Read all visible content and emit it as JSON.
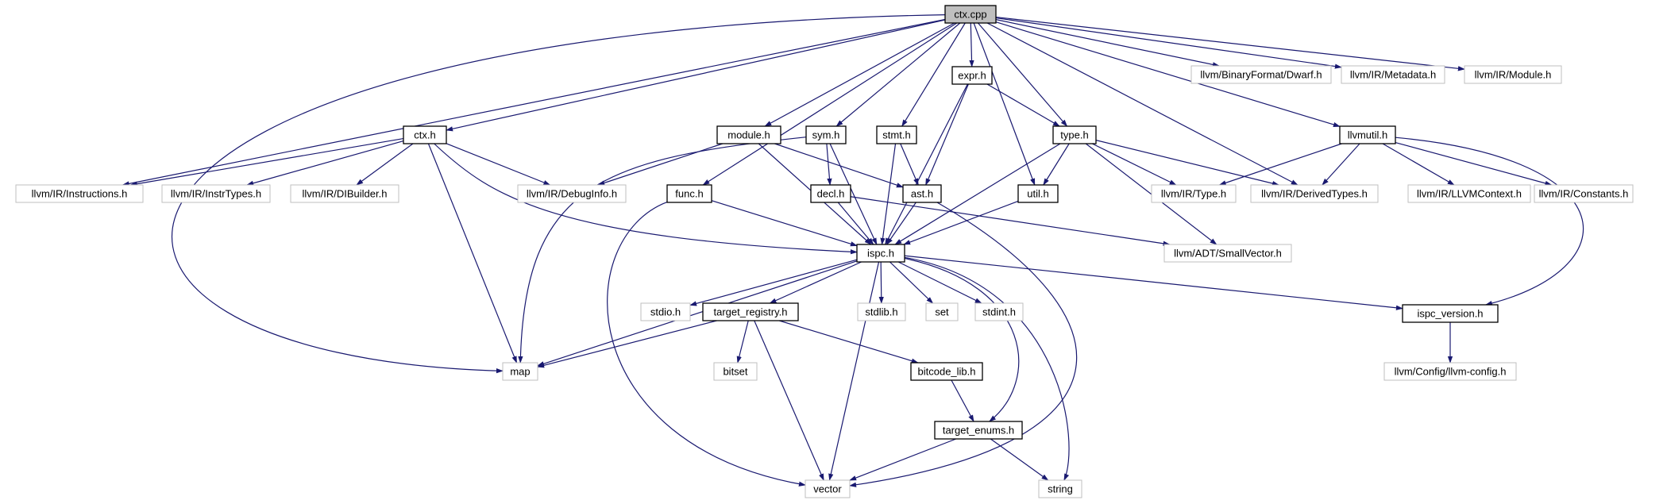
{
  "graph": {
    "colors": {
      "edge": "#191970",
      "root_fill": "#bfbfbf",
      "node_border": "#000000",
      "external_border": "#bfbfbf",
      "node_fill": "#ffffff"
    },
    "nodes": [
      {
        "id": "ctx_cpp",
        "label": "ctx.cpp",
        "kind": "root"
      },
      {
        "id": "ctx_h",
        "label": "ctx.h",
        "kind": "local"
      },
      {
        "id": "expr_h",
        "label": "expr.h",
        "kind": "local"
      },
      {
        "id": "module_h",
        "label": "module.h",
        "kind": "local"
      },
      {
        "id": "sym_h",
        "label": "sym.h",
        "kind": "local"
      },
      {
        "id": "stmt_h",
        "label": "stmt.h",
        "kind": "local"
      },
      {
        "id": "type_h",
        "label": "type.h",
        "kind": "local"
      },
      {
        "id": "llvmutil_h",
        "label": "llvmutil.h",
        "kind": "local"
      },
      {
        "id": "func_h",
        "label": "func.h",
        "kind": "local"
      },
      {
        "id": "decl_h",
        "label": "decl.h",
        "kind": "local"
      },
      {
        "id": "ast_h",
        "label": "ast.h",
        "kind": "local"
      },
      {
        "id": "util_h",
        "label": "util.h",
        "kind": "local"
      },
      {
        "id": "ispc_h",
        "label": "ispc.h",
        "kind": "local"
      },
      {
        "id": "target_registry_h",
        "label": "target_registry.h",
        "kind": "local"
      },
      {
        "id": "ispc_version_h",
        "label": "ispc_version.h",
        "kind": "local"
      },
      {
        "id": "bitcode_lib_h",
        "label": "bitcode_lib.h",
        "kind": "local"
      },
      {
        "id": "target_enums_h",
        "label": "target_enums.h",
        "kind": "local"
      },
      {
        "id": "dwarf_h",
        "label": "llvm/BinaryFormat/Dwarf.h",
        "kind": "external"
      },
      {
        "id": "metadata_h",
        "label": "llvm/IR/Metadata.h",
        "kind": "external"
      },
      {
        "id": "module_ir_h",
        "label": "llvm/IR/Module.h",
        "kind": "external"
      },
      {
        "id": "instructions_h",
        "label": "llvm/IR/Instructions.h",
        "kind": "external"
      },
      {
        "id": "instrtypes_h",
        "label": "llvm/IR/InstrTypes.h",
        "kind": "external"
      },
      {
        "id": "dibuilder_h",
        "label": "llvm/IR/DIBuilder.h",
        "kind": "external"
      },
      {
        "id": "debuginfo_h",
        "label": "llvm/IR/DebugInfo.h",
        "kind": "external"
      },
      {
        "id": "type_ir_h",
        "label": "llvm/IR/Type.h",
        "kind": "external"
      },
      {
        "id": "derivedtypes_h",
        "label": "llvm/IR/DerivedTypes.h",
        "kind": "external"
      },
      {
        "id": "llvmcontext_h",
        "label": "llvm/IR/LLVMContext.h",
        "kind": "external"
      },
      {
        "id": "constants_h",
        "label": "llvm/IR/Constants.h",
        "kind": "external"
      },
      {
        "id": "smallvector_h",
        "label": "llvm/ADT/SmallVector.h",
        "kind": "external"
      },
      {
        "id": "stdio_h",
        "label": "stdio.h",
        "kind": "external"
      },
      {
        "id": "stdlib_h",
        "label": "stdlib.h",
        "kind": "external"
      },
      {
        "id": "set",
        "label": "set",
        "kind": "external"
      },
      {
        "id": "stdint_h",
        "label": "stdint.h",
        "kind": "external"
      },
      {
        "id": "map",
        "label": "map",
        "kind": "external"
      },
      {
        "id": "bitset",
        "label": "bitset",
        "kind": "external"
      },
      {
        "id": "llvm_config_h",
        "label": "llvm/Config/llvm-config.h",
        "kind": "external"
      },
      {
        "id": "vector",
        "label": "vector",
        "kind": "external"
      },
      {
        "id": "string",
        "label": "string",
        "kind": "external"
      }
    ],
    "edges": [
      [
        "ctx_cpp",
        "map"
      ],
      [
        "ctx_cpp",
        "instructions_h"
      ],
      [
        "ctx_cpp",
        "ctx_h"
      ],
      [
        "ctx_cpp",
        "func_h"
      ],
      [
        "ctx_cpp",
        "module_h"
      ],
      [
        "ctx_cpp",
        "sym_h"
      ],
      [
        "ctx_cpp",
        "stmt_h"
      ],
      [
        "ctx_cpp",
        "expr_h"
      ],
      [
        "ctx_cpp",
        "util_h"
      ],
      [
        "ctx_cpp",
        "type_h"
      ],
      [
        "ctx_cpp",
        "derivedtypes_h"
      ],
      [
        "ctx_cpp",
        "llvmutil_h"
      ],
      [
        "ctx_cpp",
        "dwarf_h"
      ],
      [
        "ctx_cpp",
        "metadata_h"
      ],
      [
        "ctx_cpp",
        "module_ir_h"
      ],
      [
        "ctx_h",
        "instructions_h"
      ],
      [
        "ctx_h",
        "instrtypes_h"
      ],
      [
        "ctx_h",
        "dibuilder_h"
      ],
      [
        "ctx_h",
        "debuginfo_h"
      ],
      [
        "ctx_h",
        "ispc_h"
      ],
      [
        "ctx_h",
        "map"
      ],
      [
        "module_h",
        "debuginfo_h"
      ],
      [
        "module_h",
        "ast_h"
      ],
      [
        "module_h",
        "ispc_h"
      ],
      [
        "sym_h",
        "decl_h"
      ],
      [
        "sym_h",
        "ispc_h"
      ],
      [
        "sym_h",
        "map"
      ],
      [
        "stmt_h",
        "ast_h"
      ],
      [
        "stmt_h",
        "ispc_h"
      ],
      [
        "expr_h",
        "type_h"
      ],
      [
        "expr_h",
        "ast_h"
      ],
      [
        "expr_h",
        "ispc_h"
      ],
      [
        "type_h",
        "util_h"
      ],
      [
        "type_h",
        "ispc_h"
      ],
      [
        "type_h",
        "type_ir_h"
      ],
      [
        "type_h",
        "derivedtypes_h"
      ],
      [
        "type_h",
        "smallvector_h"
      ],
      [
        "llvmutil_h",
        "type_ir_h"
      ],
      [
        "llvmutil_h",
        "derivedtypes_h"
      ],
      [
        "llvmutil_h",
        "llvmcontext_h"
      ],
      [
        "llvmutil_h",
        "constants_h"
      ],
      [
        "llvmutil_h",
        "ispc_version_h"
      ],
      [
        "func_h",
        "ispc_h"
      ],
      [
        "func_h",
        "vector"
      ],
      [
        "decl_h",
        "ispc_h"
      ],
      [
        "decl_h",
        "smallvector_h"
      ],
      [
        "ast_h",
        "ispc_h"
      ],
      [
        "ast_h",
        "vector"
      ],
      [
        "util_h",
        "ispc_h"
      ],
      [
        "ispc_h",
        "stdio_h"
      ],
      [
        "ispc_h",
        "target_registry_h"
      ],
      [
        "ispc_h",
        "stdlib_h"
      ],
      [
        "ispc_h",
        "set"
      ],
      [
        "ispc_h",
        "stdint_h"
      ],
      [
        "ispc_h",
        "map"
      ],
      [
        "ispc_h",
        "vector"
      ],
      [
        "ispc_h",
        "target_enums_h"
      ],
      [
        "ispc_h",
        "string"
      ],
      [
        "ispc_h",
        "ispc_version_h"
      ],
      [
        "target_registry_h",
        "map"
      ],
      [
        "target_registry_h",
        "bitset"
      ],
      [
        "target_registry_h",
        "vector"
      ],
      [
        "target_registry_h",
        "bitcode_lib_h"
      ],
      [
        "bitcode_lib_h",
        "target_enums_h"
      ],
      [
        "target_enums_h",
        "vector"
      ],
      [
        "target_enums_h",
        "string"
      ],
      [
        "ispc_version_h",
        "llvm_config_h"
      ]
    ]
  }
}
